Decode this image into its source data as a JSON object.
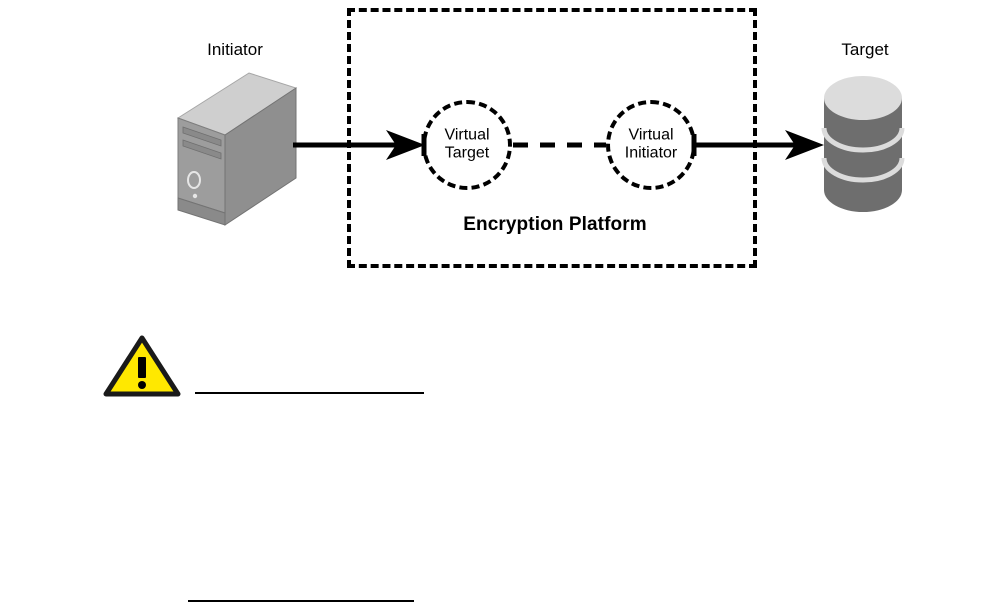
{
  "diagram": {
    "type": "network-flow",
    "title_label": "Encryption Platform",
    "nodes": {
      "initiator": {
        "label": "Initiator",
        "icon": "server-tower-icon",
        "colors": {
          "top": "#cdcdcd",
          "side": "#8d8d8d",
          "front": "#9a9a9a",
          "outline": "#6f6f6f"
        }
      },
      "target": {
        "label": "Target",
        "icon": "database-cylinder-icon",
        "colors": {
          "top": "#dcdcdc",
          "body": "#6e6e6e",
          "separator": "#d8d8d8"
        }
      },
      "virtual_target": {
        "label": "Virtual\nTarget",
        "style": "dashed-circle"
      },
      "virtual_initiator": {
        "label": "Virtual\nInitiator",
        "style": "dashed-circle"
      }
    },
    "connections": [
      {
        "name": "initiator-to-virtual-target",
        "style": "solid-arrow",
        "direction": "right"
      },
      {
        "name": "virtual-target-to-virtual-initiator",
        "style": "dashed-link",
        "direction": "none"
      },
      {
        "name": "virtual-initiator-to-target",
        "style": "solid-arrow",
        "direction": "right"
      }
    ],
    "boundary": {
      "name": "encryption-platform-boundary",
      "style": "dashed-rectangle",
      "color": "#000000"
    }
  },
  "note": {
    "icon": "warning-triangle-icon",
    "fill_color": "#FFE800",
    "stroke_color": "#000000",
    "glyph": "!"
  },
  "rules": {
    "top": "",
    "bottom": ""
  }
}
